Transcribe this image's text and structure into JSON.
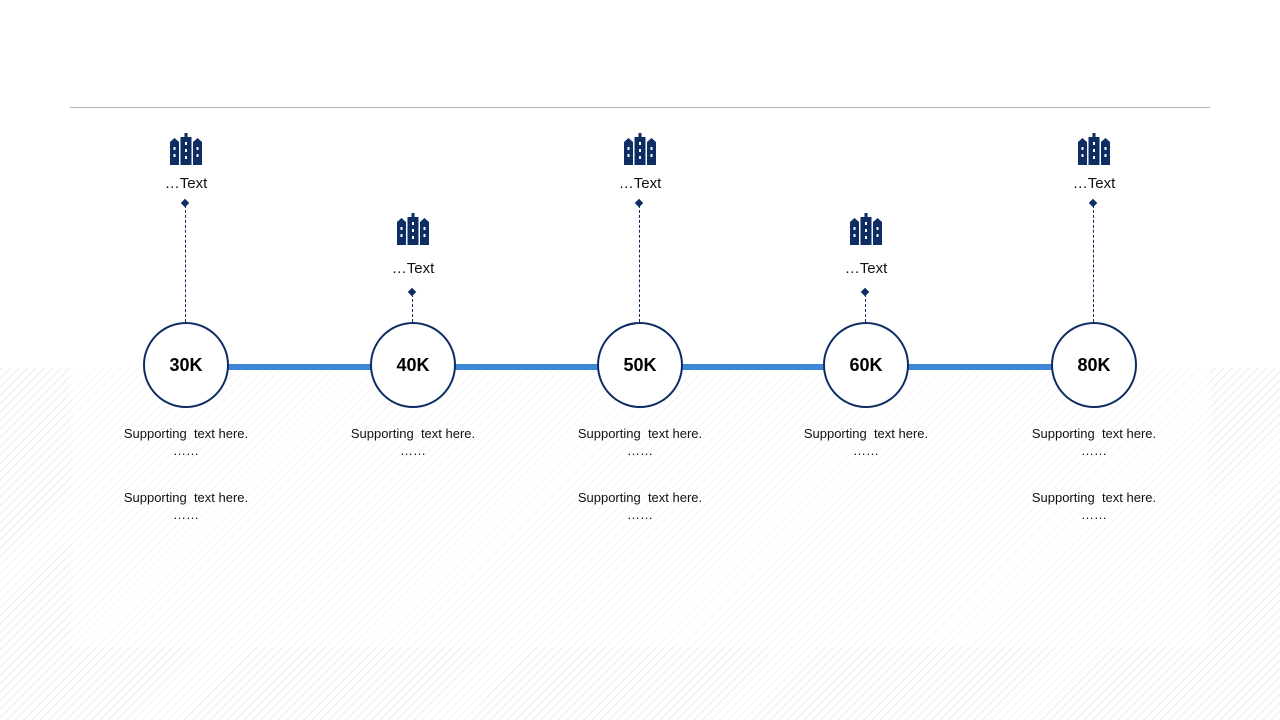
{
  "colors": {
    "accent": "#3d87d6",
    "navy": "#0d2d63",
    "rule": "#b5b5b5"
  },
  "milestones": [
    {
      "value": "30K",
      "label": "…Text",
      "icon": "buildings-icon",
      "level": "high",
      "support": [
        {
          "text": "Supporting  text here.",
          "dots": "……"
        },
        {
          "text": "Supporting  text here.",
          "dots": "……"
        }
      ]
    },
    {
      "value": "40K",
      "label": "…Text",
      "icon": "buildings-icon",
      "level": "low",
      "support": [
        {
          "text": "Supporting  text here.",
          "dots": "……"
        }
      ]
    },
    {
      "value": "50K",
      "label": "…Text",
      "icon": "buildings-icon",
      "level": "high",
      "support": [
        {
          "text": "Supporting  text here.",
          "dots": "……"
        },
        {
          "text": "Supporting  text here.",
          "dots": "……"
        }
      ]
    },
    {
      "value": "60K",
      "label": "…Text",
      "icon": "buildings-icon",
      "level": "low",
      "support": [
        {
          "text": "Supporting  text here.",
          "dots": "……"
        }
      ]
    },
    {
      "value": "80K",
      "label": "…Text",
      "icon": "buildings-icon",
      "level": "high",
      "support": [
        {
          "text": "Supporting  text here.",
          "dots": "……"
        },
        {
          "text": "Supporting  text here.",
          "dots": "……"
        }
      ]
    }
  ]
}
